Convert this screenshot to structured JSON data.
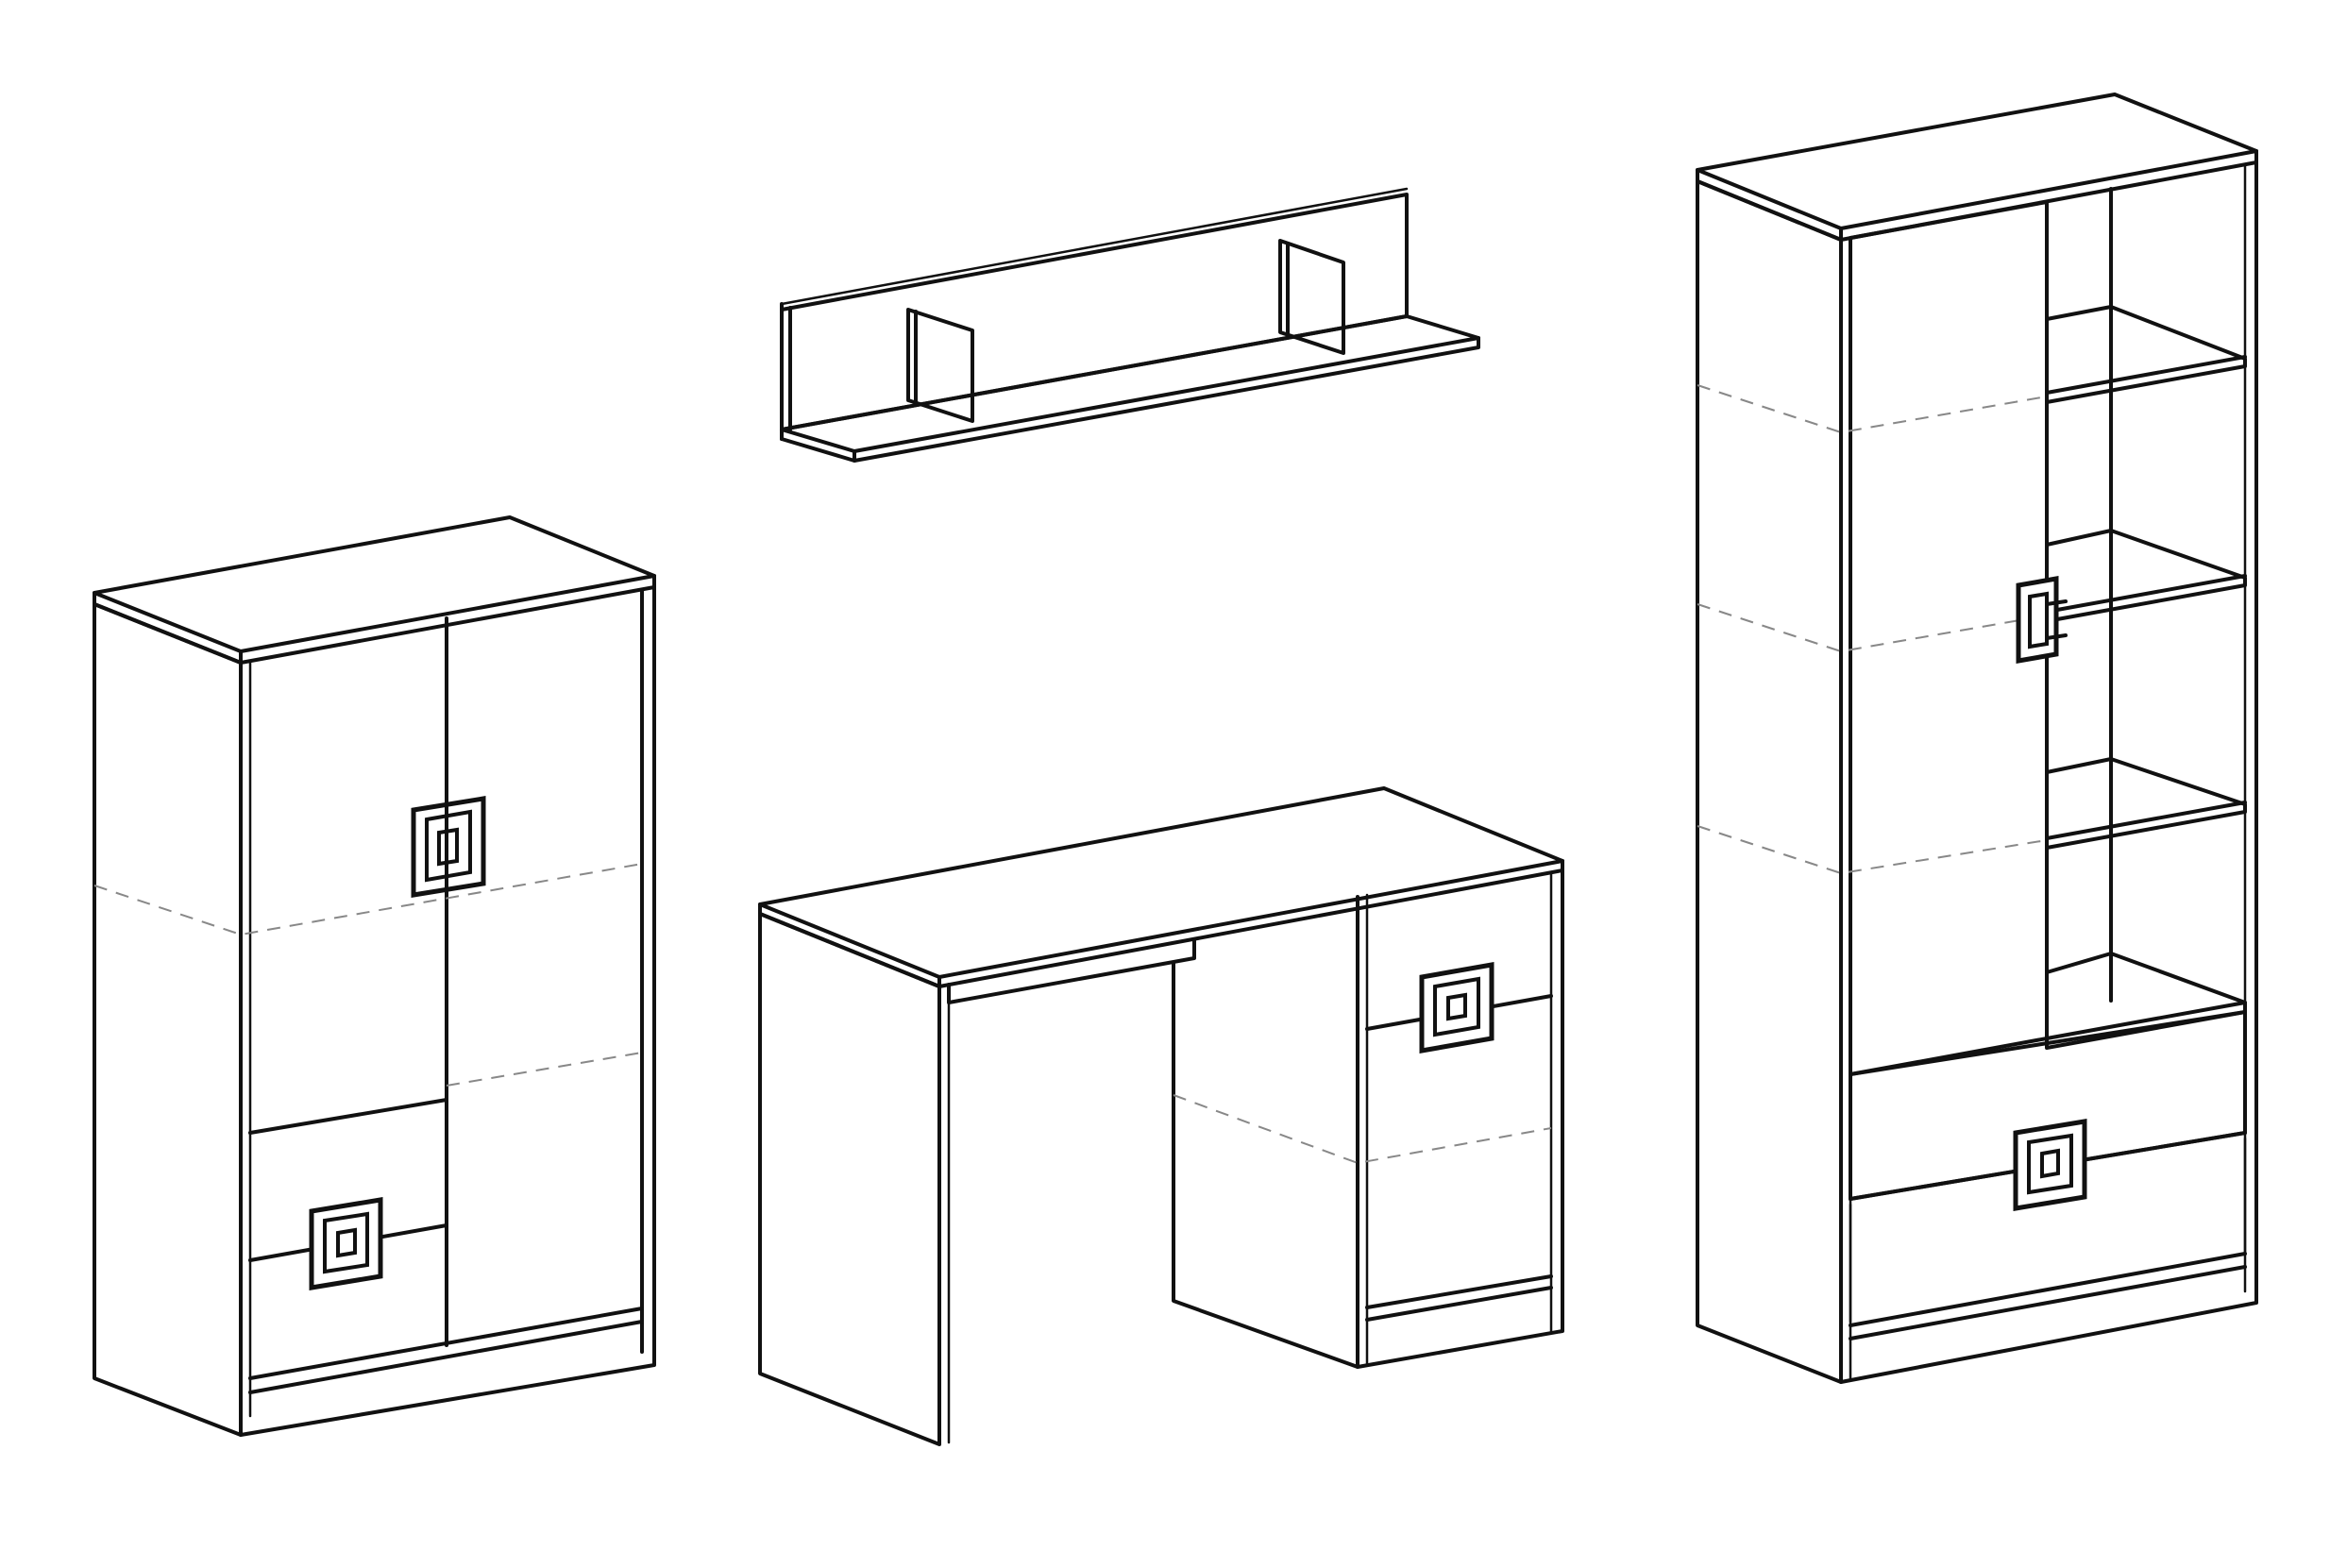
{
  "colors": {
    "background": "#ffffff",
    "line": "#111111",
    "hidden_line": "#888888"
  },
  "items": [
    {
      "id": "wardrobe",
      "kind": "two-door wardrobe with bottom drawer",
      "icon": "wardrobe-icon"
    },
    {
      "id": "wall-shelf",
      "kind": "wall shelf with two dividers",
      "icon": "shelf-icon"
    },
    {
      "id": "desk",
      "kind": "desk with single door cabinet",
      "icon": "desk-icon"
    },
    {
      "id": "bookcase",
      "kind": "tall bookcase with door, open shelves and drawer",
      "icon": "bookcase-icon"
    }
  ]
}
